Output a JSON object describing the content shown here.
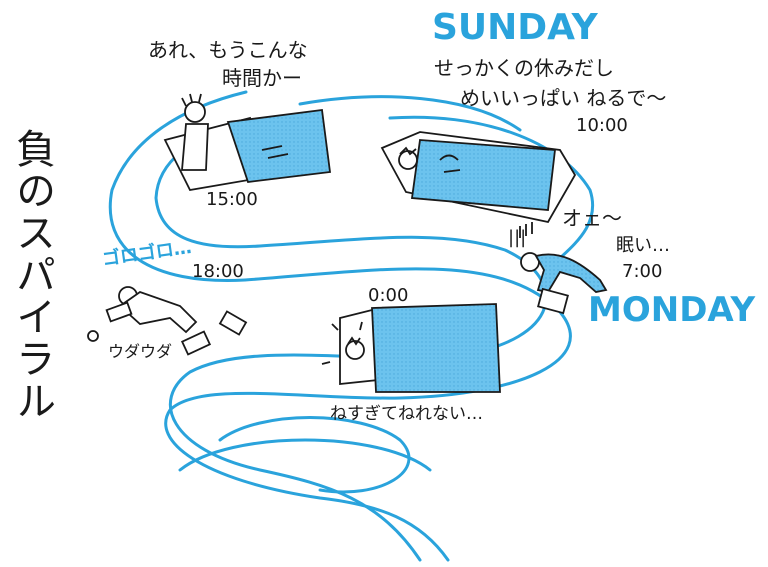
{
  "title": "負のスパイラル",
  "days": {
    "sunday": "SUNDAY",
    "monday": "MONDAY"
  },
  "scenes": {
    "sunday_morning": {
      "thought": [
        "せっかくの休みだし",
        "めいいっぱい ねるで〜"
      ],
      "time": "10:00"
    },
    "afternoon": {
      "thought": [
        "あれ、もうこんな",
        "時間かー"
      ],
      "time": "15:00"
    },
    "evening": {
      "sfx": "ゴロゴロ…",
      "time": "18:00",
      "caption": "ウダウダ"
    },
    "midnight": {
      "time": "0:00",
      "caption": "ねすぎてねれない…"
    },
    "monday_morning": {
      "thought": [
        "オェ〜",
        "眠い…"
      ],
      "time": "7:00",
      "marks": "|||"
    }
  },
  "colors": {
    "spiral": "#2aa3dc",
    "blanket": "#6cc3ee",
    "ink": "#1a1a1a"
  },
  "icons": [
    "spiral-path",
    "bed-icon",
    "person-icon",
    "book-icon",
    "briefcase-icon"
  ]
}
